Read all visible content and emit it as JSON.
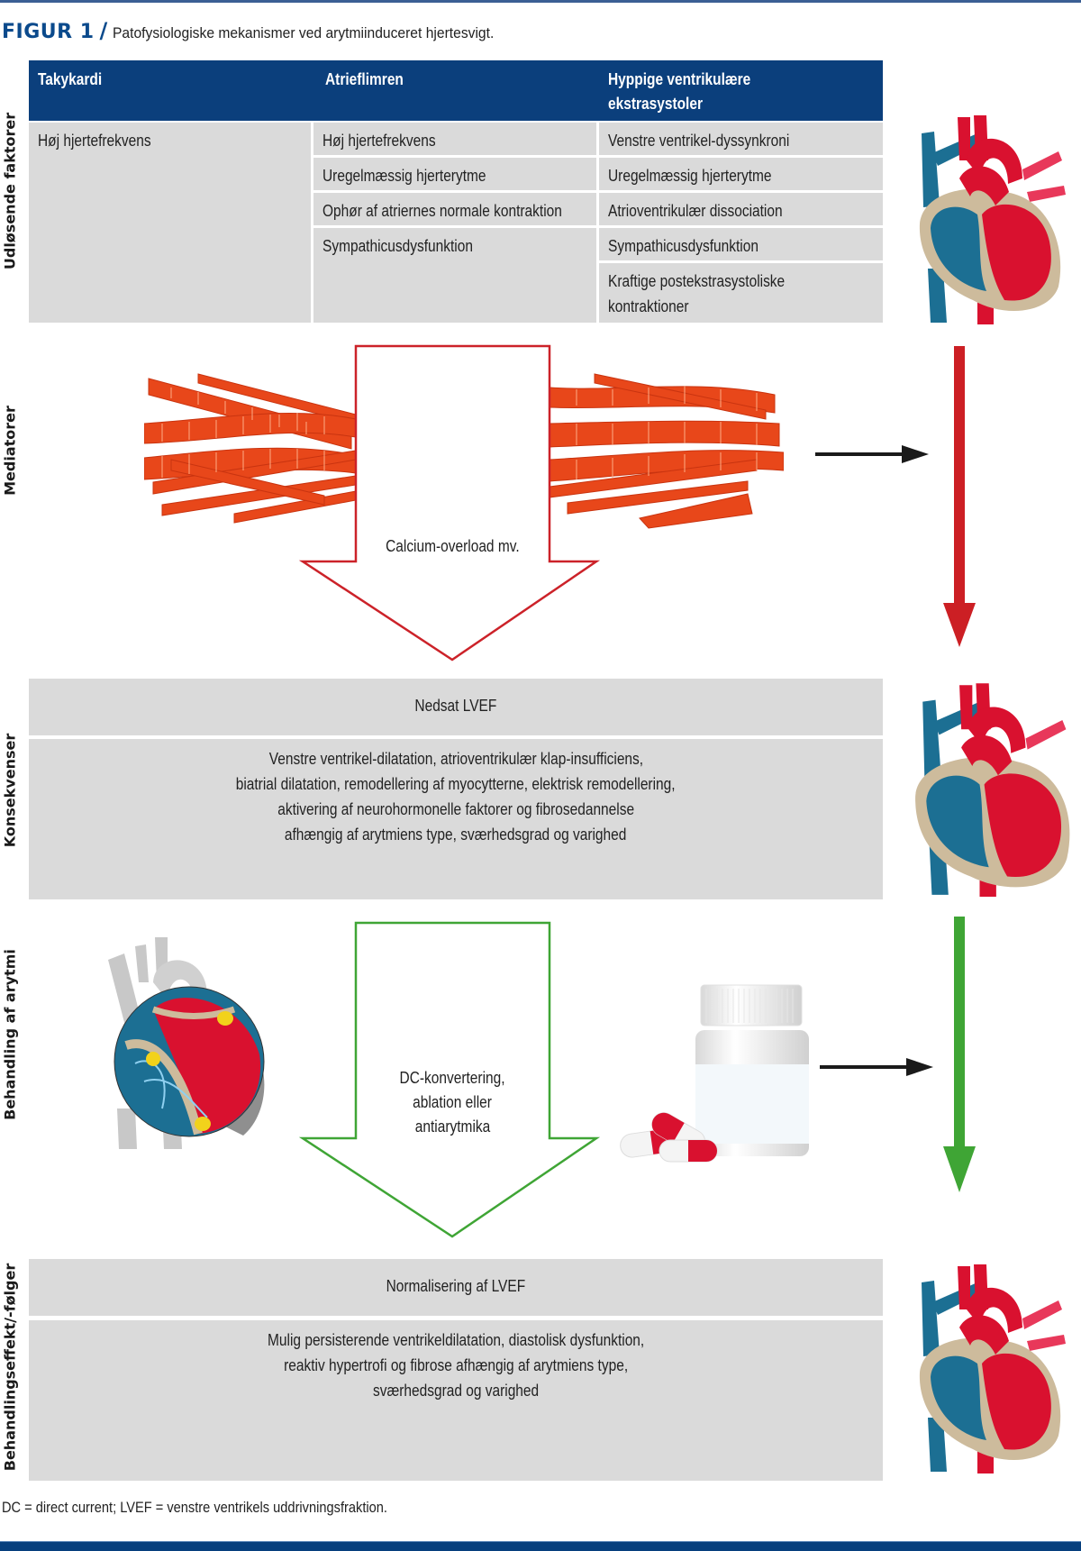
{
  "figure": {
    "label": "FIGUR 1",
    "slash": "/",
    "caption": "Patofysiologiske mekanismer ved arytmiinduceret hjertesvigt."
  },
  "side_labels": {
    "triggers": "Udløsende faktorer",
    "mediators": "Mediatorer",
    "consequences": "Konsekvenser",
    "treatment": "Behandling af arytmi",
    "treatment_effect": "Behandlingseffekt/-følger"
  },
  "table": {
    "columns": [
      {
        "header": "Takykardi",
        "rows": [
          "Høj hjertefrekvens"
        ]
      },
      {
        "header": "Atrieflimren",
        "rows": [
          "Høj hjertefrekvens",
          "Uregelmæssig hjerterytme",
          "Ophør af atriernes normale kontraktion",
          "Sympathicusdysfunktion"
        ]
      },
      {
        "header_line1": "Hyppige ventrikulære",
        "header_line2": "ekstrasystoler",
        "rows": [
          "Venstre ventrikel-dyssynkroni",
          "Uregelmæssig hjerterytme",
          "Atrioventrikulær dissociation",
          "Sympathicusdysfunktion"
        ],
        "last_row_line1": "Kraftige postekstrasystoliske",
        "last_row_line2": "kontraktioner"
      }
    ]
  },
  "mediators": {
    "arrow_text": "Calcium-overload mv.",
    "arrow_color": "#cc2229",
    "side_arrow_color": "#cc1f24"
  },
  "consequences": {
    "title": "Nedsat LVEF",
    "lines": [
      "Venstre ventrikel-dilatation, atrioventrikulær klap-insufficiens,",
      "biatrial dilatation, remodellering af myocytterne, elektrisk remodellering,",
      "aktivering af neurohormonelle faktorer og fibrosedannelse",
      "afhængig af arytmiens type, sværhedsgrad og varighed"
    ]
  },
  "treatment": {
    "arrow_lines": [
      "DC-konvertering,",
      "ablation eller",
      "antiarytmika"
    ],
    "arrow_color": "#3fa535",
    "side_arrow_color": "#3fa535"
  },
  "treatment_effect": {
    "title": "Normalisering af LVEF",
    "lines": [
      "Mulig persisterende ventrikeldilatation, diastolisk dysfunktion,",
      "reaktiv hypertrofi og fibrose afhængig af arytmiens type,",
      "sværhedsgrad og varighed"
    ]
  },
  "footnote": "DC = direct current; LVEF = venstre ventrikels uddrivningsfraktion.",
  "colors": {
    "header_blue": "#0b3f7c",
    "cell_grey": "#dadada",
    "heart_red": "#d9112f",
    "heart_blue": "#1c6f93",
    "heart_tan": "#cdbb9c",
    "muscle_orange": "#e8471a"
  }
}
